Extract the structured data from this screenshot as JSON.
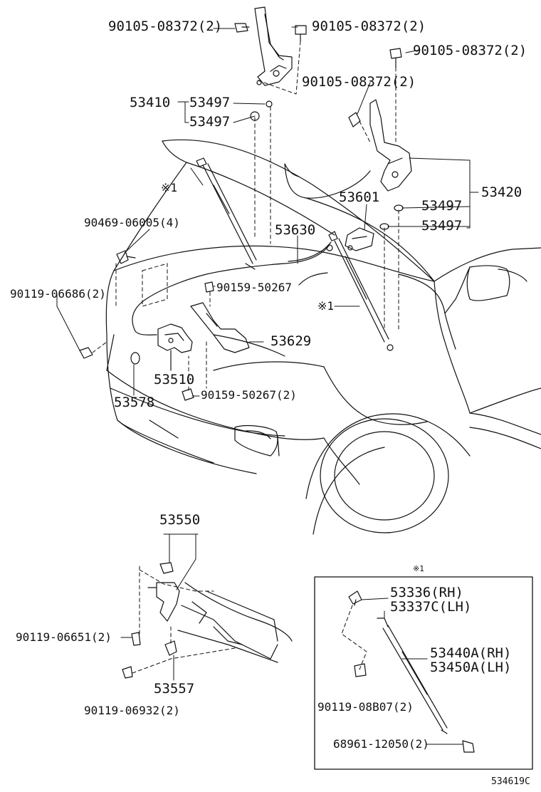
{
  "diagram": {
    "catalog_ref": "534619C",
    "inset_marker": "※1",
    "callouts": {
      "hinge_bolt_a": "90105-08372(2)",
      "hinge_bolt_b": "90105-08372(2)",
      "hinge_bolt_c": "90105-08372(2)",
      "hinge_bolt_d": "90105-08372(2)",
      "hinge_lh": "53410",
      "hinge_lh_cushion_1": "53497",
      "hinge_lh_cushion_2": "53497",
      "hinge_rh": "53420",
      "hinge_rh_cushion_1": "53497",
      "hinge_rh_cushion_2": "53497",
      "lock_control_lever": "53601",
      "release_cable": "53630",
      "clip": "90469-06005(4)",
      "bolt_lock": "90119-06686(2)",
      "bolt_cable_upper": "90159-50267",
      "lock_support": "53629",
      "hood_lock": "53510",
      "bolt_cable_lower": "90159-50267(2)",
      "cushion": "53578",
      "strut_marker_left": "※1",
      "strut_marker_right": "※1",
      "safety_hook": "53550",
      "bolt_hook": "90119-06651(2)",
      "hook_bracket": "53557",
      "bolt_bracket": "90119-06932(2)",
      "stay_bracket_rh": "53336(RH)",
      "stay_bracket_lh": "53337C(LH)",
      "hood_stay_rh": "53440A(RH)",
      "hood_stay_lh": "53450A(LH)",
      "bolt_stay": "90119-08B07(2)",
      "ball_stud": "68961-12050(2)"
    }
  }
}
